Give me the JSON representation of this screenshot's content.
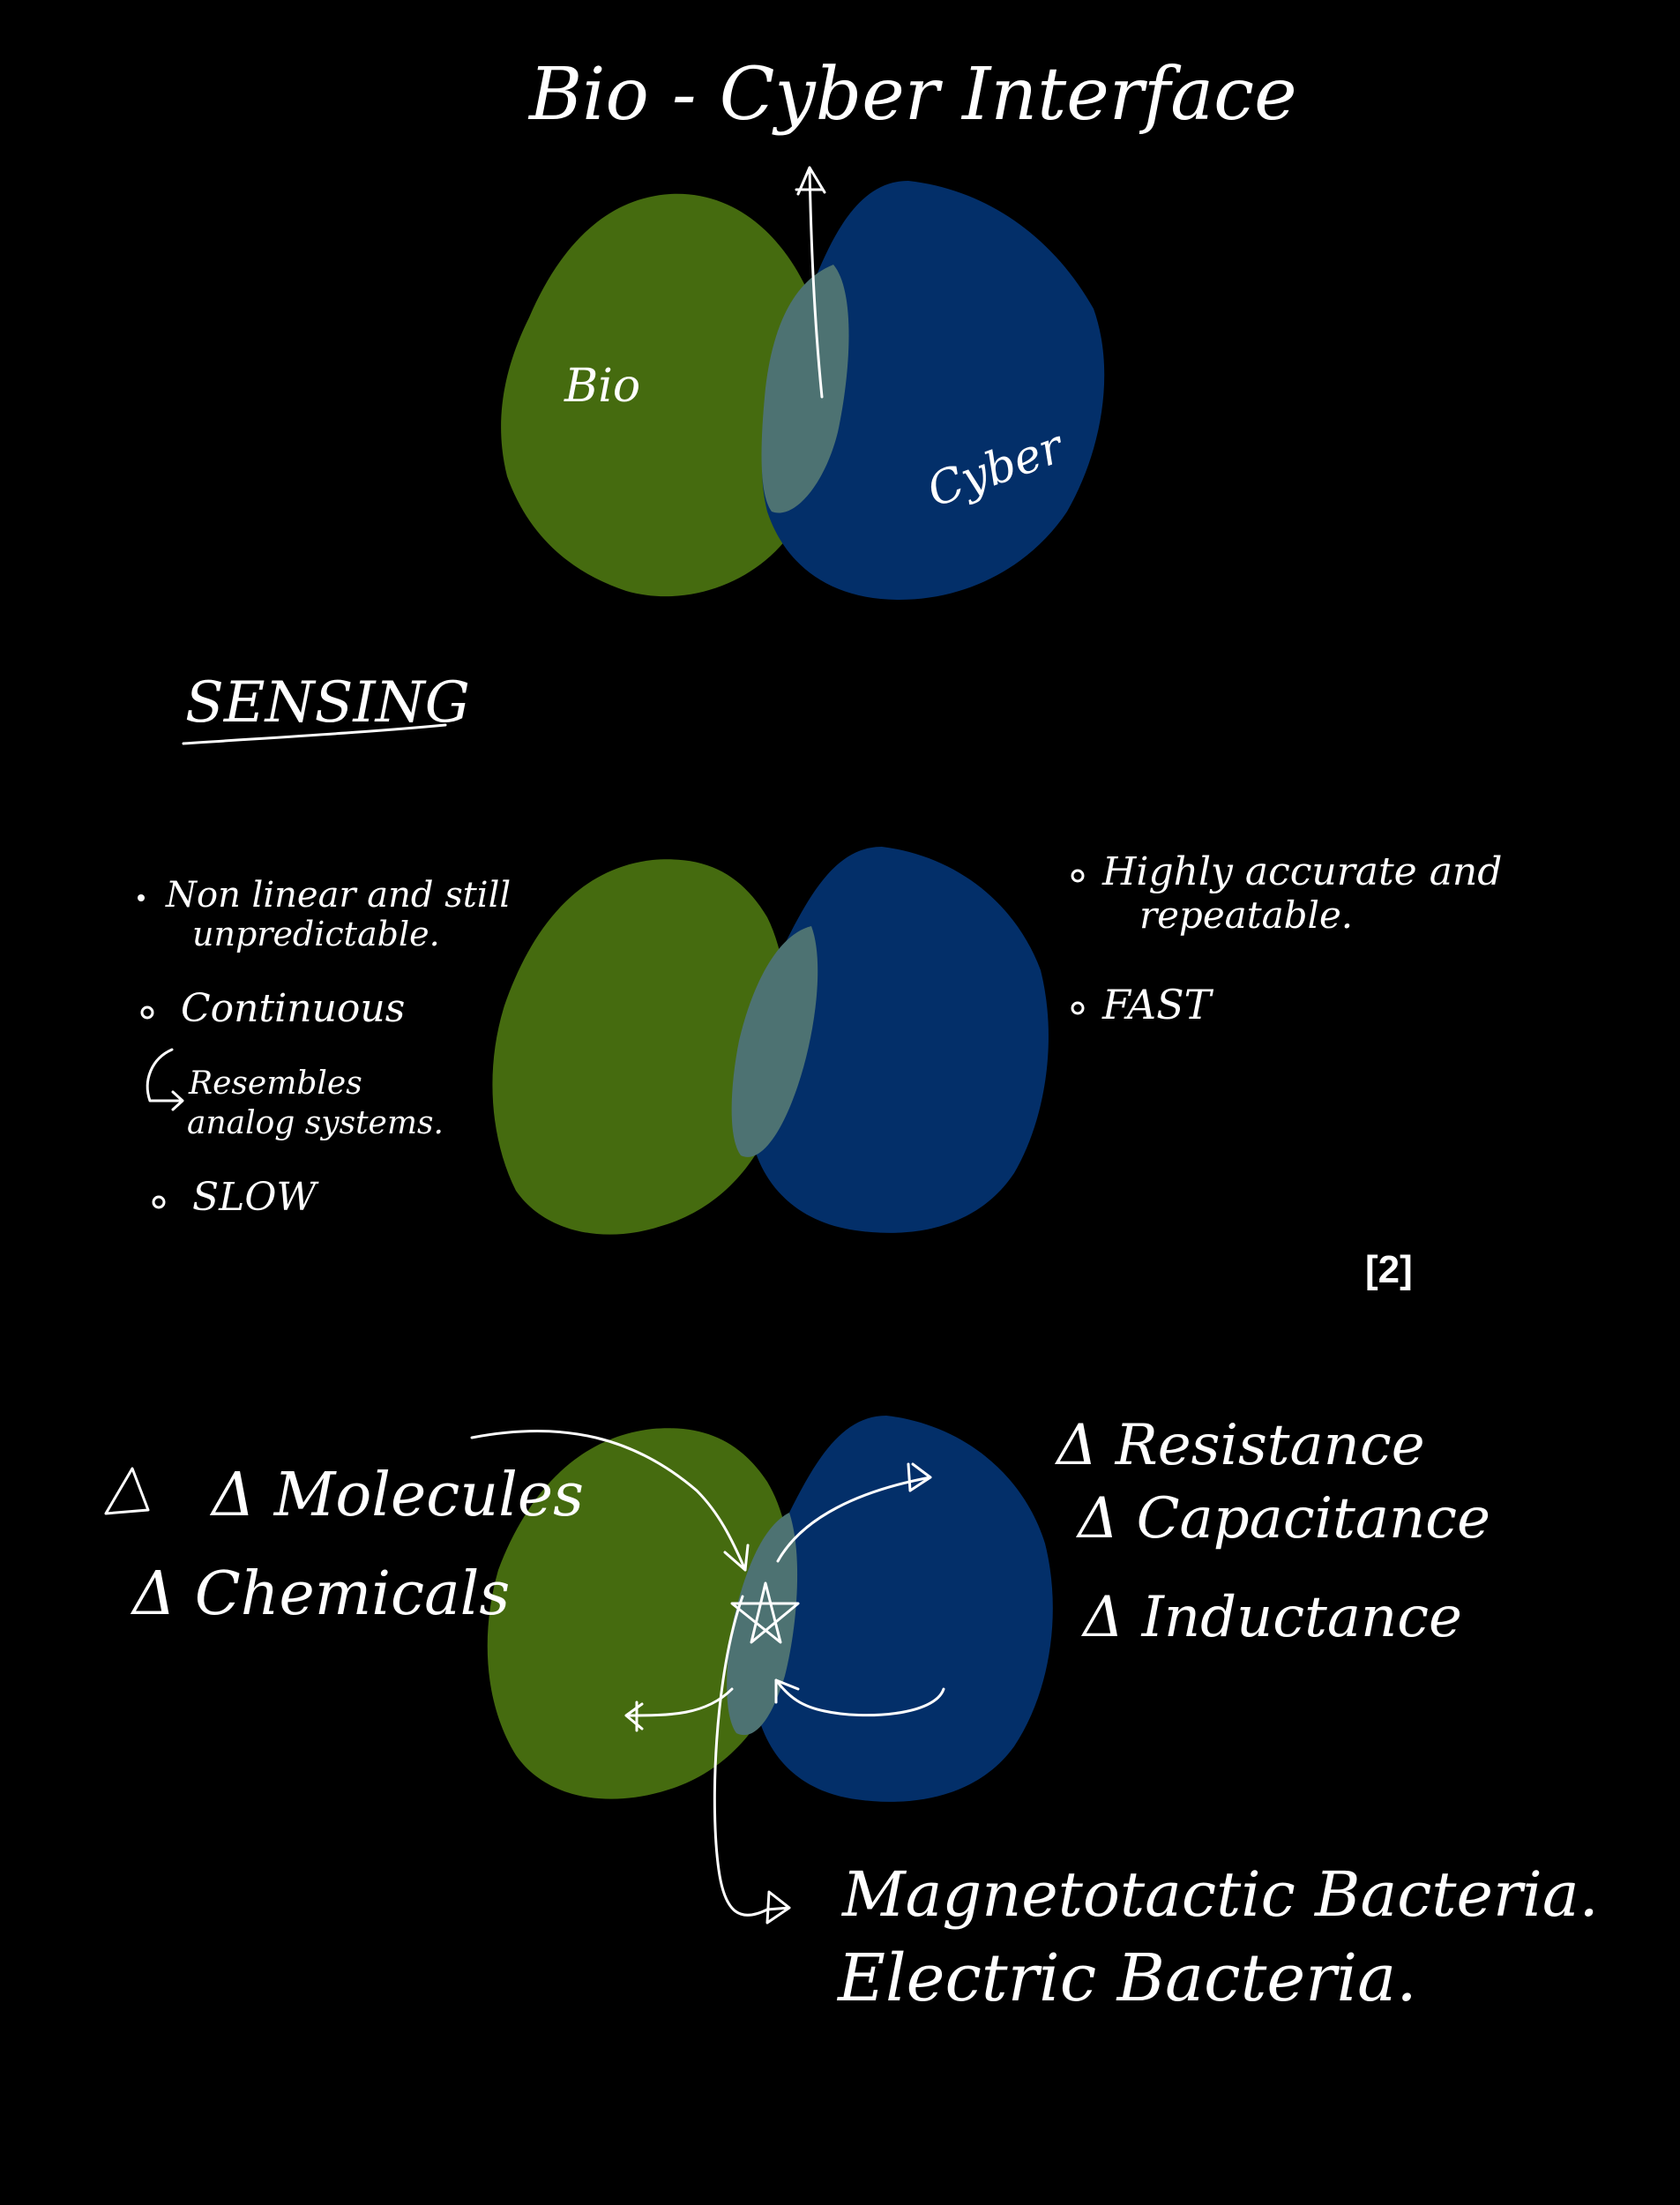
{
  "colors": {
    "bio": "#456b0f",
    "cyber": "#032f69",
    "overlap": "#4d7272",
    "ink": "#ffffff",
    "background": "#000000"
  },
  "title": "Bio - Cyber Interface",
  "top_diagram": {
    "bio_label": "Bio",
    "cyber_label": "Cyber"
  },
  "section_heading": "SENSING",
  "bio_properties": [
    {
      "line1": "Non linear and still",
      "line2": "unpredictable."
    },
    {
      "line1": "Continuous",
      "line2": ""
    },
    {
      "line1": "Resembles",
      "line2": "analog systems."
    },
    {
      "line1": "SLOW",
      "line2": ""
    }
  ],
  "cyber_properties": [
    {
      "line1": "Highly accurate and",
      "line2": "repeatable."
    },
    {
      "line1": "FAST",
      "line2": ""
    }
  ],
  "reference": "[2]",
  "interface_diagram": {
    "bio_changes": [
      "Δ Molecules",
      "Δ Chemicals"
    ],
    "cyber_changes": [
      "Δ Resistance",
      "Δ Capacitance",
      "Δ Inductance"
    ],
    "examples": [
      "Magnetotactic Bacteria.",
      "Electric Bacteria."
    ]
  },
  "icons": {
    "title_arrow": "arrow-up-icon",
    "interface_marker": "star-icon"
  }
}
